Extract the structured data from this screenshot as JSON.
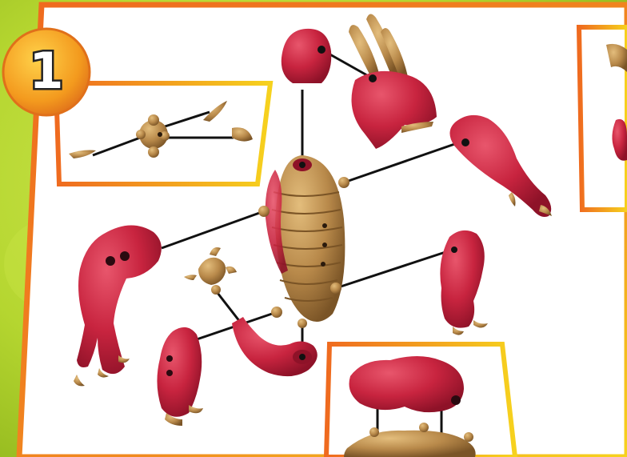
{
  "step": {
    "number": "1"
  },
  "colors": {
    "background_green": "#b5d630",
    "background_green_dark": "#8fb51c",
    "panel_white": "#ffffff",
    "frame_orange": "#ef6a1f",
    "frame_yellow": "#f6d21e",
    "badge_orange": "#f39a1e",
    "part_red": "#c8243f",
    "part_red_dark": "#8e1228",
    "part_gold": "#b8894a",
    "part_gold_dark": "#7a5426",
    "connector_line": "#111111"
  },
  "parts": [
    {
      "name": "neck-cap",
      "color": "red"
    },
    {
      "name": "dragon-head",
      "color": "red"
    },
    {
      "name": "torso-core",
      "color": "gold"
    },
    {
      "name": "right-front-leg",
      "color": "red"
    },
    {
      "name": "left-front-leg",
      "color": "red"
    },
    {
      "name": "right-hip-piece",
      "color": "red"
    },
    {
      "name": "left-hip-piece",
      "color": "red"
    },
    {
      "name": "tail",
      "color": "red"
    },
    {
      "name": "tail-spike-joint",
      "color": "gold"
    },
    {
      "name": "wing-joint-hub",
      "color": "gold"
    }
  ],
  "insets": [
    {
      "name": "hub-assembly-inset"
    },
    {
      "name": "torso-back-inset"
    },
    {
      "name": "right-edge-inset"
    }
  ]
}
